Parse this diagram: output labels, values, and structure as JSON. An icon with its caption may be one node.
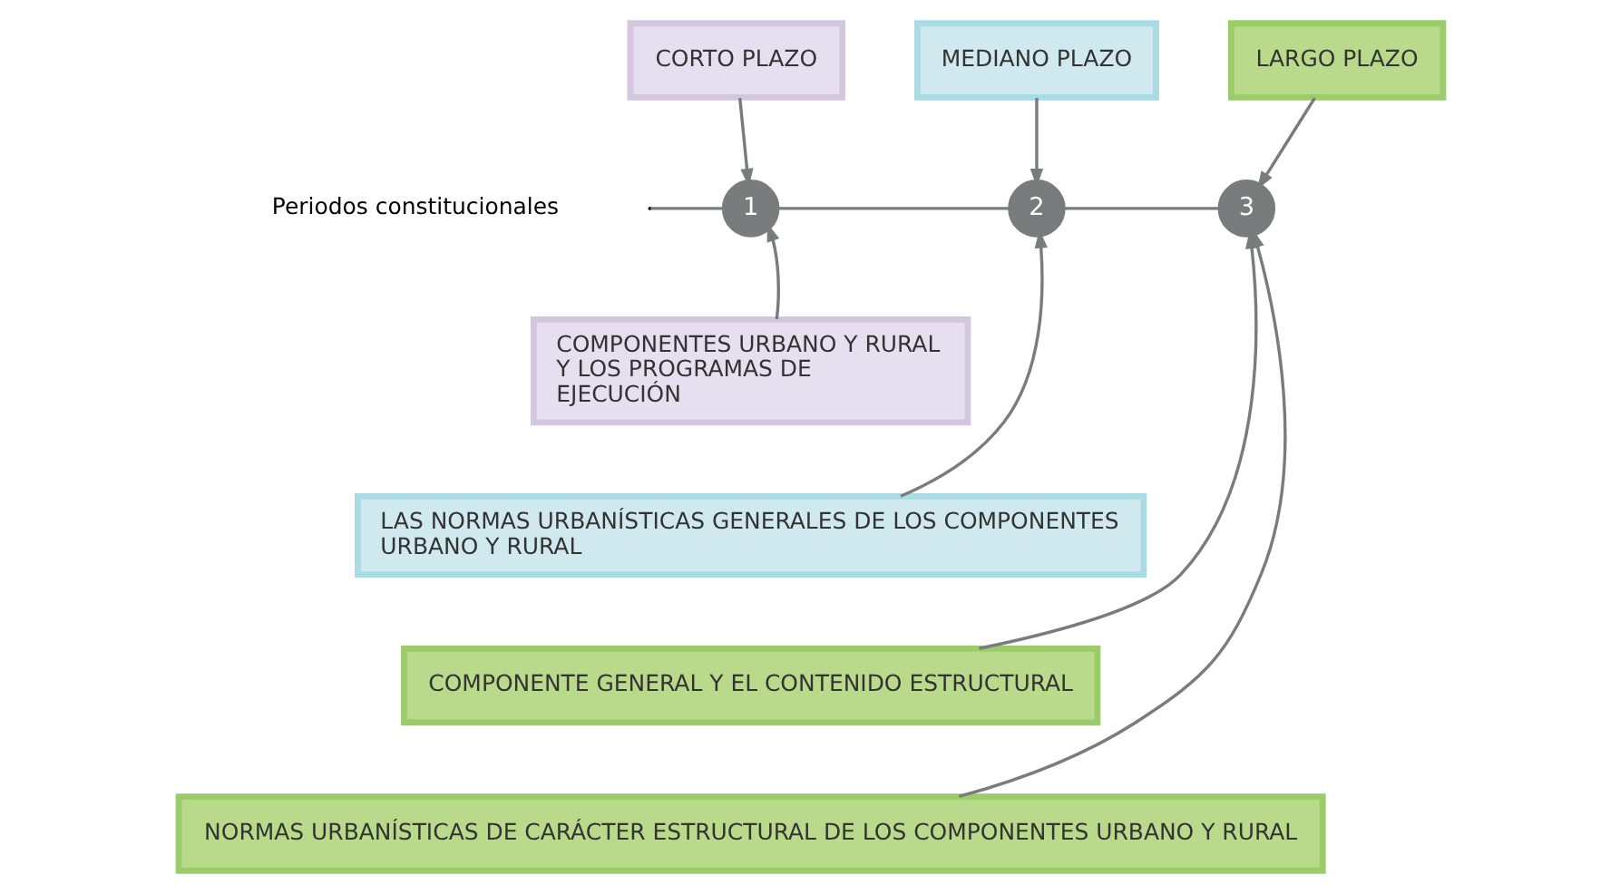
{
  "diagram": {
    "nodes": [
      {
        "text": [
          "CORTO PLAZO"
        ]
      },
      {
        "text": [
          "MEDIANO PLAZO"
        ]
      },
      {
        "text": [
          "LARGO PLAZO"
        ]
      },
      {
        "text": [
          "1"
        ]
      },
      {
        "text": [
          "2"
        ]
      },
      {
        "text": [
          "3"
        ]
      },
      {
        "text": [
          "COMPONENTES URBANO Y RURAL Y LOS PROGRAMAS DE EJECUCIÓN"
        ]
      },
      {
        "text": [
          "LAS NORMAS URBANÍSTICAS GENERALES DE LOS COMPONENTES URBANO Y RURAL"
        ]
      },
      {
        "text": [
          "COMPONENTE GENERAL Y EL CONTENIDO ESTRUCTURAL"
        ]
      },
      {
        "text": [
          "NORMAS URBANÍSTICAS DE CARÁCTER ESTRUCTURAL DE LOS COMPONENTES URBANO Y RURAL"
        ]
      }
    ],
    "edges": [
      {
        "from": 0,
        "to": 3,
        "arrow": "to"
      },
      {
        "from": 1,
        "to": 4,
        "arrow": "to"
      },
      {
        "from": 2,
        "to": 5,
        "arrow": "to"
      },
      {
        "from": null,
        "to": 3,
        "arrow": "none"
      },
      {
        "from": 3,
        "to": 4,
        "arrow": "none"
      },
      {
        "from": 4,
        "to": 5,
        "arrow": "none"
      },
      {
        "from": 6,
        "to": 3,
        "arrow": "to"
      },
      {
        "from": 7,
        "to": 4,
        "arrow": "to"
      },
      {
        "from": 8,
        "to": 5,
        "arrow": "to"
      },
      {
        "from": 9,
        "to": 5,
        "arrow": "to"
      }
    ],
    "labels": [
      "Periodos constitucionales"
    ]
  }
}
